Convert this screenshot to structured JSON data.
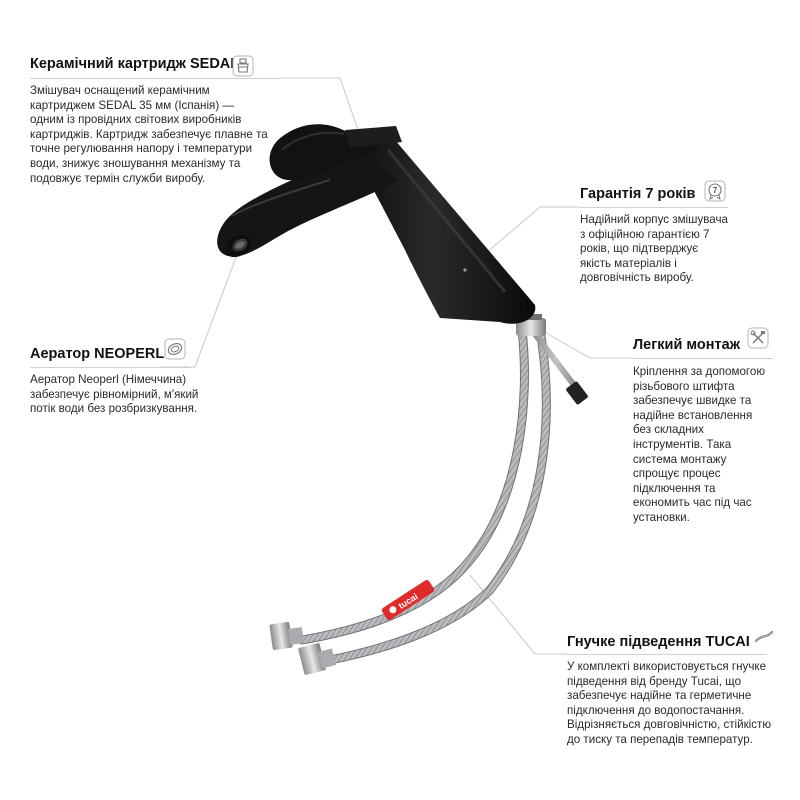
{
  "callouts": {
    "cartridge": {
      "title": "Керамічний картридж SEDAL",
      "text": "Змішувач оснащений керамічним картриджем SEDAL 35 мм (Іспанія) — одним із провідних світових виробників картриджів. Картридж забезпечує плавне та точне регулювання напору і температури води, знижує зношування механізму та подовжує термін служби виробу.",
      "icon": "cartridge-icon"
    },
    "warranty": {
      "title": "Гарантія 7 років",
      "text": "Надійний корпус змішувача з офіційною гарантією 7 років, що підтверджує якість матеріалів і довговічність виробу.",
      "icon": "warranty-7-icon",
      "badge_number": "7"
    },
    "aerator": {
      "title": "Аератор NEOPERL",
      "text": "Аератор Neoperl (Німеччина) забезпечує рівномірний, м'який потік води без розбризкування.",
      "icon": "aerator-icon"
    },
    "install": {
      "title": "Легкий монтаж",
      "text": "Кріплення за допомогою різьбового штифта забезпечує швидке та надійне встановлення без складних інструментів. Така система монтажу спрощує процес підключення та економить час під час установки.",
      "icon": "tools-icon"
    },
    "hose": {
      "title": "Гнучке підведення TUCAI",
      "text": "У комплекті використовується гнучке підведення від бренду Tucai, що забезпечує надійне та герметичне підключення до водопостачання. Відрізняється довговічністю, стійкістю до тиску та перепадів температур.",
      "icon": "hose-icon"
    }
  },
  "product": {
    "hose_label": "tucai",
    "colors": {
      "faucet_body": "#141414",
      "hose_metal": "#a9abae",
      "label_red": "#e02b2b",
      "rule": "#cfcfcf"
    }
  }
}
